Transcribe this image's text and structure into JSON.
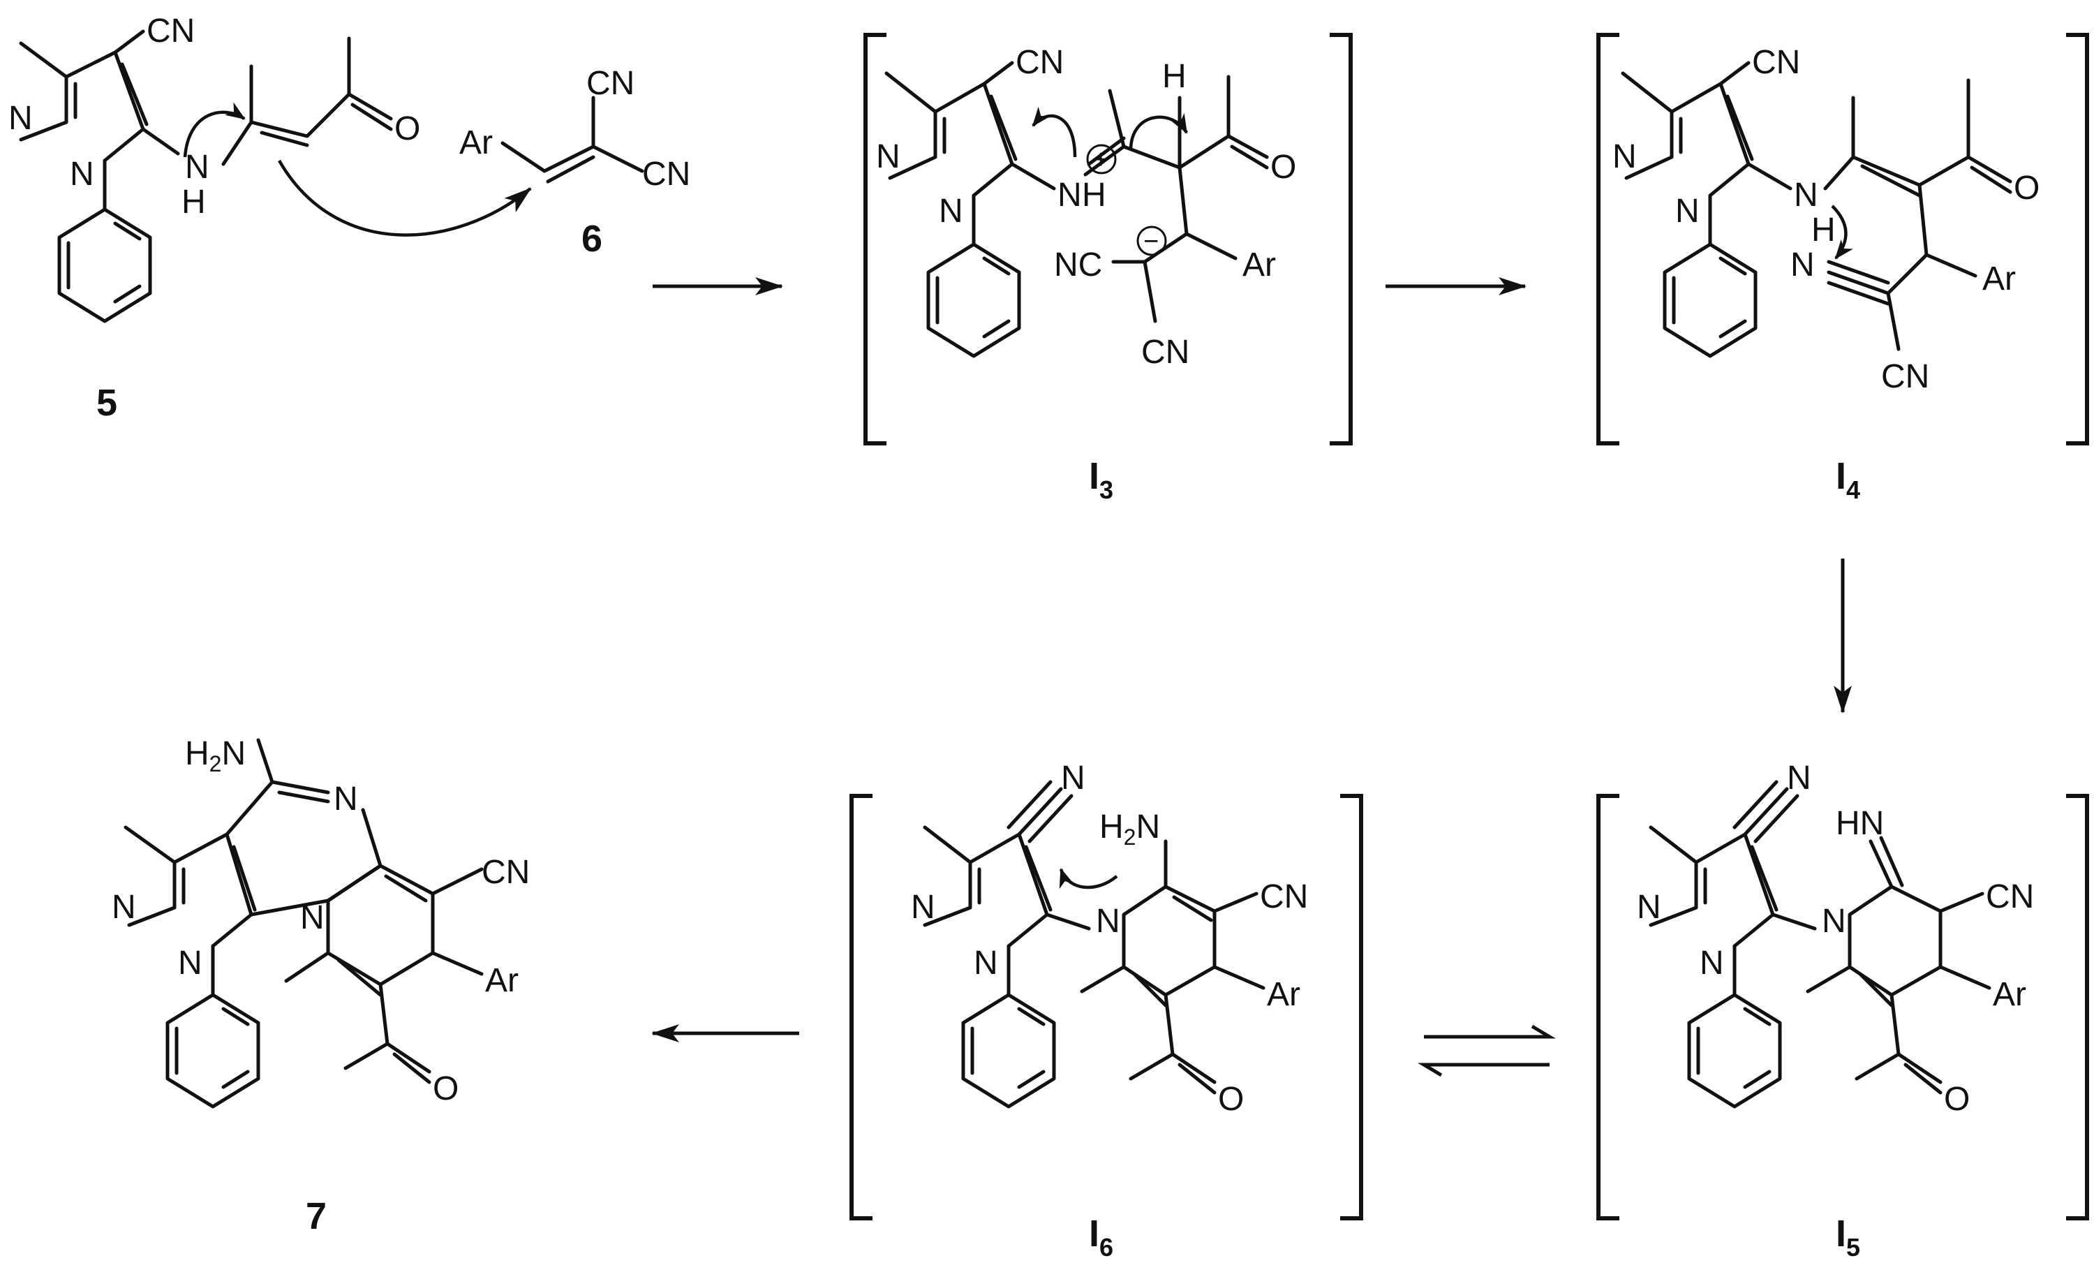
{
  "atoms": {
    "cn": "CN",
    "nc": "NC",
    "n": "N",
    "nh": "NH",
    "h": "H",
    "o": "O",
    "ar": "Ar",
    "hn": "HN",
    "h2n_h": "H",
    "h2n_n": "N",
    "two": "2",
    "plus": "+",
    "minus": "−"
  },
  "compounds": {
    "c5": "5",
    "c6": "6",
    "c7": "7",
    "i": "I",
    "i3": "3",
    "i4": "4",
    "i5": "5",
    "i6": "6"
  }
}
